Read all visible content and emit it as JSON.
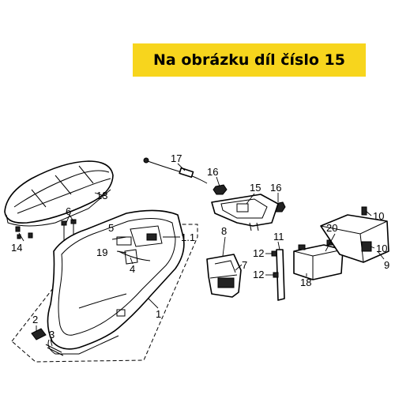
{
  "banner": {
    "text": "Na obrázku díl číslo 15",
    "color": "#f7d51d"
  },
  "callouts": {
    "c1": "1",
    "c1_1": "1.1",
    "c2": "2",
    "c3": "3",
    "c4": "4",
    "c5": "5",
    "c6": "6",
    "c7": "7",
    "c8": "8",
    "c9": "9",
    "c10a": "10",
    "c10b": "10",
    "c11": "11",
    "c12a": "12",
    "c12b": "12",
    "c13": "13",
    "c14": "14",
    "c15": "15",
    "c16a": "16",
    "c16b": "16",
    "c17": "17",
    "c18": "18",
    "c19": "19",
    "c20": "20"
  }
}
